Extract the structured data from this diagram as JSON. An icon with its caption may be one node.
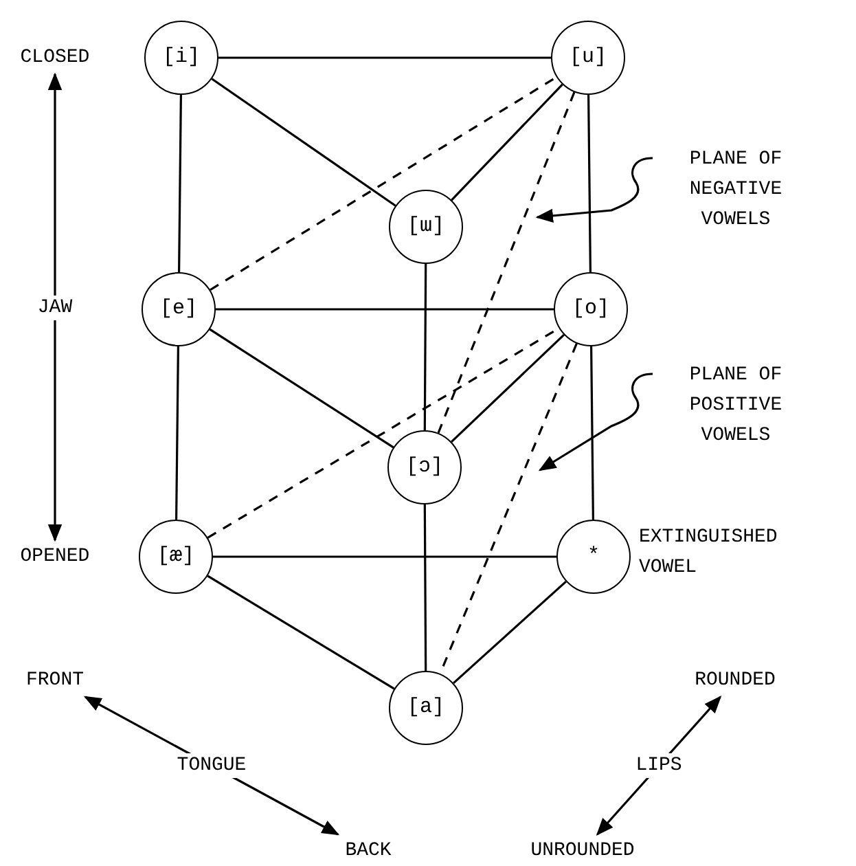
{
  "diagram": {
    "nodes": [
      {
        "text": [
          "CLOSED"
        ]
      },
      {
        "text": [
          "[i]"
        ]
      },
      {
        "text": [
          "[u]"
        ]
      },
      {
        "text": [
          "PLANE OF NEGATIVE VOWELS"
        ]
      },
      {
        "text": [
          "[ɯ]"
        ]
      },
      {
        "text": [
          "[e]"
        ]
      },
      {
        "text": [
          "[o]"
        ]
      },
      {
        "text": [
          "PLANE OF POSITIVE VOWELS"
        ]
      },
      {
        "text": [
          "[ɔ]"
        ]
      },
      {
        "text": [
          "OPENED"
        ]
      },
      {
        "text": [
          "[æ]"
        ]
      },
      {
        "text": [
          "*"
        ],
        "beside": [
          "EXTINGUISHED VOWEL"
        ]
      },
      {
        "text": [
          "FRONT"
        ]
      },
      {
        "text": [
          "ROUNDED"
        ]
      },
      {
        "text": [
          "[a]"
        ]
      },
      {
        "text": [
          "BACK"
        ]
      },
      {
        "text": [
          "UNROUNDED"
        ]
      }
    ],
    "edges": [
      {
        "from": 1,
        "to": 2,
        "arrow": "none"
      },
      {
        "from": 1,
        "to": 4,
        "arrow": "none"
      },
      {
        "from": 1,
        "to": 5,
        "arrow": "none"
      },
      {
        "from": 2,
        "to": 4,
        "arrow": "none"
      },
      {
        "from": 2,
        "to": 6,
        "arrow": "none"
      },
      {
        "from": 5,
        "to": 6,
        "arrow": "none"
      },
      {
        "from": 5,
        "to": 8,
        "arrow": "none"
      },
      {
        "from": 5,
        "to": 10,
        "arrow": "none"
      },
      {
        "from": 4,
        "to": 8,
        "arrow": "none"
      },
      {
        "from": 6,
        "to": 8,
        "arrow": "none"
      },
      {
        "from": 6,
        "to": 11,
        "arrow": "none"
      },
      {
        "from": 10,
        "to": 11,
        "arrow": "none"
      },
      {
        "from": 10,
        "to": 14,
        "arrow": "none"
      },
      {
        "from": 8,
        "to": 14,
        "arrow": "none"
      },
      {
        "from": 11,
        "to": 14,
        "arrow": "none"
      },
      {
        "from": 5,
        "to": 2,
        "arrow": "none",
        "style": "dashed"
      },
      {
        "from": 2,
        "to": 8,
        "arrow": "none",
        "style": "dashed"
      },
      {
        "from": 10,
        "to": 6,
        "arrow": "none",
        "style": "dashed"
      },
      {
        "from": 6,
        "to": 14,
        "arrow": "none",
        "style": "dashed"
      },
      {
        "from": 0,
        "to": 9,
        "arrow": "both",
        "label": "JAW"
      },
      {
        "from": 12,
        "to": 15,
        "arrow": "both",
        "label": "TONGUE"
      },
      {
        "from": 13,
        "to": 16,
        "arrow": "both",
        "label": "LIPS"
      },
      {
        "from": 3,
        "to": null,
        "arrow": "to"
      },
      {
        "from": 7,
        "to": null,
        "arrow": "to"
      }
    ]
  }
}
